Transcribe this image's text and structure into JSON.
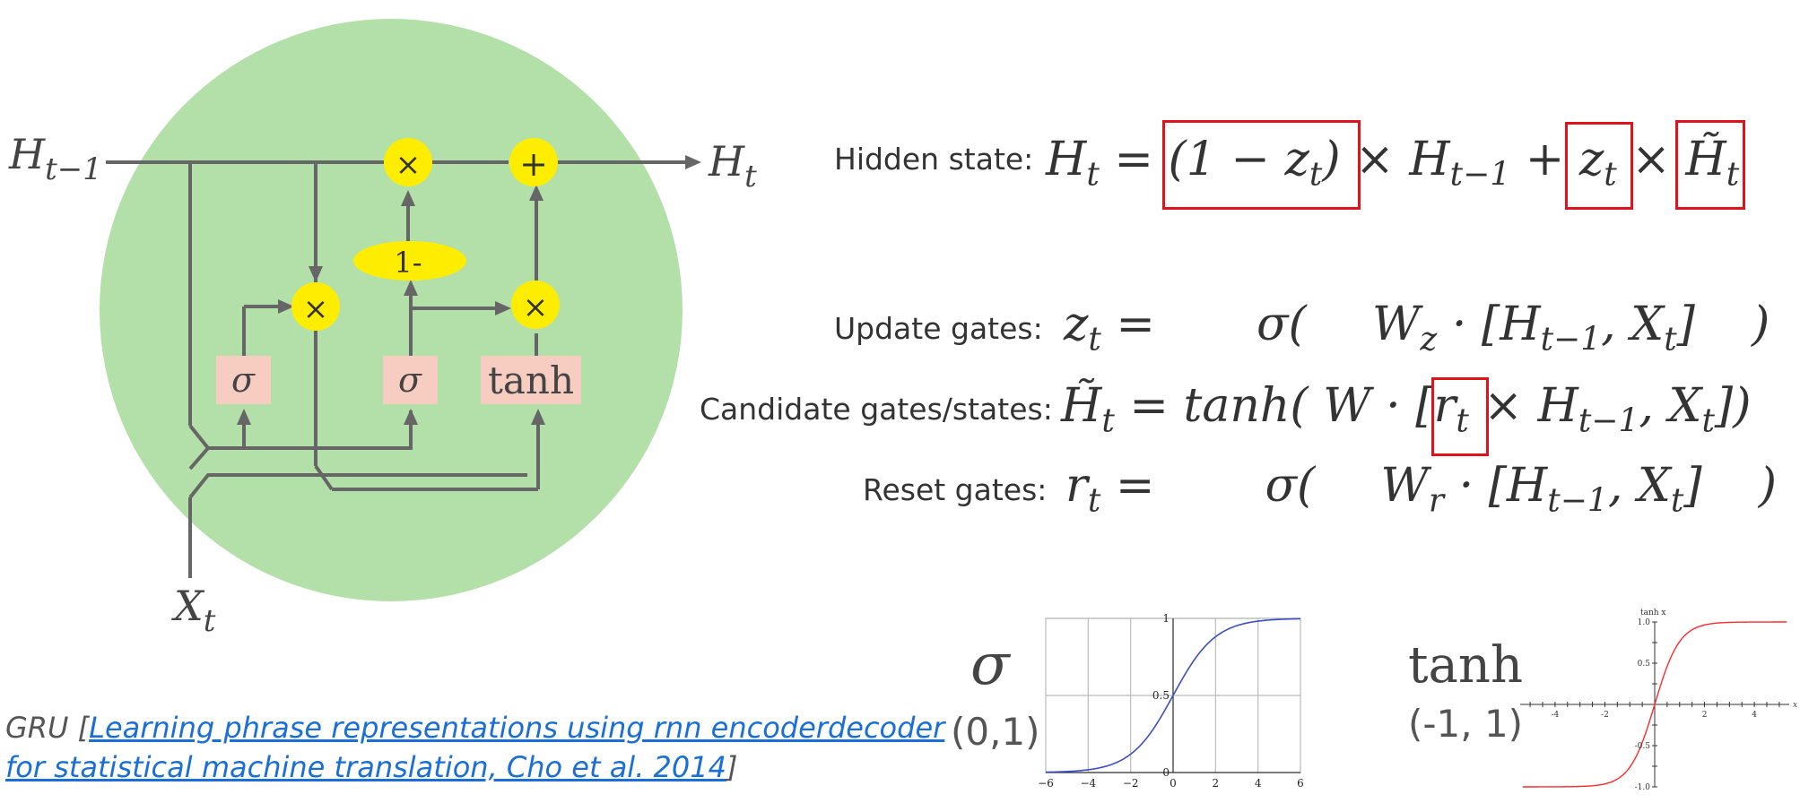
{
  "diagram": {
    "h_prev": "H",
    "h_prev_sub": "t−1",
    "h_out": "H",
    "h_out_sub": "t",
    "x_in": "X",
    "x_in_sub": "t",
    "multiply_symbol": "×",
    "add_symbol": "+",
    "one_minus": "1-",
    "sigma": "σ",
    "tanh": "tanh",
    "colors": {
      "cell": "#b3dfa8",
      "gate_node": "#ffed00",
      "activation_box": "#f7cdc2",
      "line": "#666666"
    }
  },
  "equations": {
    "hidden": {
      "label": "Hidden state:",
      "lhs": "H",
      "lhs_sub": "t",
      "eq": "=",
      "term1": "(1 − z",
      "term1_sub": "t",
      "term1_close": ")",
      "times": "×",
      "h_prev": "H",
      "h_prev_sub": "t−1",
      "plus": "+",
      "z": "z",
      "z_sub": "t",
      "times2": "×",
      "htilde": "H̃",
      "htilde_sub": "t"
    },
    "update": {
      "label": "Update gates:",
      "lhs": "z",
      "lhs_sub": "t",
      "eq": "=",
      "sigma": "σ(",
      "w": "W",
      "w_sub": "z",
      "dot": "·",
      "open": "[H",
      "h_sub": "t−1",
      "comma": ", X",
      "x_sub": "t",
      "close": "]",
      "paren": ")"
    },
    "candidate": {
      "label": "Candidate gates/states:",
      "lhs": "H̃",
      "lhs_sub": "t",
      "eq": "= tanh(",
      "w": "W",
      "dot": "·",
      "open": "[",
      "r": "r",
      "r_sub": "t",
      "times": "×",
      "h": "H",
      "h_sub": "t−1",
      "comma": ", X",
      "x_sub": "t",
      "close": "])"
    },
    "reset": {
      "label": "Reset gates:",
      "lhs": "r",
      "lhs_sub": "t",
      "eq": "=",
      "sigma": "σ(",
      "w": "W",
      "w_sub": "r",
      "dot": "·",
      "open": "[H",
      "h_sub": "t−1",
      "comma": ", X",
      "x_sub": "t",
      "close": "]",
      "paren": ")"
    },
    "highlight_color": "#e0121a"
  },
  "activations": {
    "sigmoid": {
      "symbol": "σ",
      "range": "(0,1)",
      "x_ticks": [
        "−6",
        "−4",
        "−2",
        "0",
        "2",
        "4",
        "6"
      ],
      "y_ticks": [
        "0",
        "0.5",
        "1"
      ],
      "line_color": "#3b4fc4"
    },
    "tanh": {
      "symbol": "tanh",
      "range": "(-1, 1)",
      "title": "tanh x",
      "x_axis_label": "x",
      "x_ticks": [
        "-4",
        "-2",
        "2",
        "4"
      ],
      "y_ticks": [
        "1.0",
        "0.5",
        "-0.5",
        "-1.0"
      ],
      "line_color": "#ff2a2a"
    }
  },
  "citation": {
    "prefix": "GRU [",
    "link_line1": "Learning phrase representations using rnn encoderdecoder",
    "link_line2": "for statistical machine translation, Cho et al. 2014",
    "suffix": "]"
  }
}
